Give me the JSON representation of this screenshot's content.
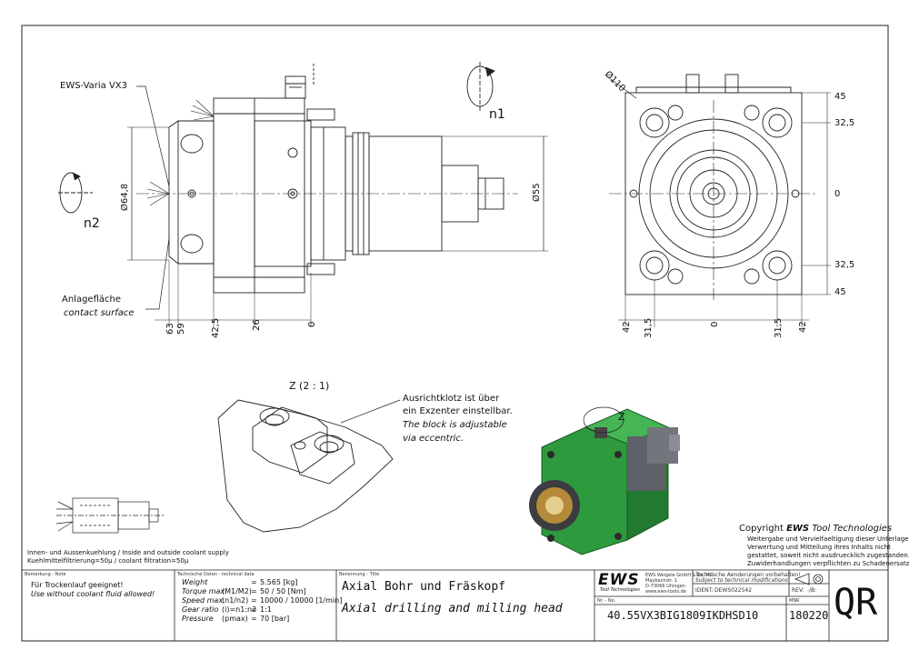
{
  "views": {
    "side": {
      "label_varia": "EWS-Varia VX3",
      "dia_outer": "Ø64,8",
      "dia_shank": "Ø55",
      "rotation_n2": "n2",
      "rotation_n1": "n1",
      "contact_de": "Anlagefläche",
      "contact_en": "contact surface",
      "dims_bottom": [
        "63",
        "59",
        "42,5",
        "26",
        "0"
      ]
    },
    "front": {
      "dia": "Ø110",
      "dims_right": [
        "45",
        "32,5",
        "0",
        "32,5",
        "45"
      ],
      "dims_bottom": [
        "42",
        "31,5",
        "0",
        "31,5",
        "42"
      ]
    },
    "detail": {
      "title": "Z (2 : 1)",
      "note_de_1": "Ausrichtklotz ist über",
      "note_de_2": "ein Exzenter einstellbar.",
      "note_en_1": "The block is adjustable",
      "note_en_2": "via eccentric.",
      "iso_label": "Z"
    },
    "coolant": {
      "line1": "Innen- und Aussenkuehlung / Inside and outside coolant supply",
      "line2": "Kuehlmittelfiltrierung=50µ / coolant filtration=50µ"
    }
  },
  "copyright": {
    "title_prefix": "Copyright",
    "title_brand": "EWS",
    "title_suffix": "Tool Technologies",
    "lines": [
      "Weitergabe und Vervielfaeltigung dieser Unterlage,",
      "Verwertung und Mitteilung ihres Inhalts nicht",
      "gestattet, soweit nicht ausdruecklich zugestanden.",
      "Zuwiderhandlungen verpflichten zu Schadenersatz."
    ]
  },
  "title_block": {
    "note_header": "Bemerkung - Note",
    "note_de": "Für Trockenlauf geeignet!",
    "note_en": "Use without coolant fluid allowed!",
    "tech_header": "Technische Daten - technical data",
    "tech_rows": [
      {
        "label": "Weight",
        "sub": "",
        "eq": "=",
        "value": "5.565 [kg]"
      },
      {
        "label": "Torque max.",
        "sub": "(M1/M2)",
        "eq": "=",
        "value": "50 / 50 [Nm]"
      },
      {
        "label": "Speed max.",
        "sub": "(n1/n2)",
        "eq": "=",
        "value": "10000 / 10000 [1/min]"
      },
      {
        "label": "Gear ratio",
        "sub": "(i)=n1:n2",
        "eq": "=",
        "value": "1:1"
      },
      {
        "label": "Pressure",
        "sub": "(pmax)",
        "eq": "=",
        "value": "70 [bar]"
      }
    ],
    "name_header": "Benennung - Title",
    "name_de": "Axial Bohr und Fräskopf",
    "name_en": "Axial drilling and milling head",
    "logo": "EWS",
    "logo_sub": "Tool Technologies",
    "company_lines": [
      "EWS Weigele GmbH & Co. KG",
      "Maybachstr. 1",
      "D-73066 Uhingen",
      "www.ews-tools.de"
    ],
    "change_de": "Technische Aenderungen vorbehalten!",
    "change_en": "Subject to technical modifications!",
    "ident_label": "IDENT:",
    "ident_value": "DEWS022542",
    "rev_label": "REV:",
    "rev_value": "-/B:",
    "nr_label": "Nr. - No.",
    "part_number": "40.55VX3BIG1809IKDHSD10",
    "mnr_label": "MNR",
    "mnr_value": "180220",
    "qr": "QR"
  },
  "colors": {
    "line": "#222222",
    "green": "#2e9a3e",
    "gray": "#6f7378",
    "dark": "#3b3d40",
    "bronze": "#b58a3a"
  }
}
